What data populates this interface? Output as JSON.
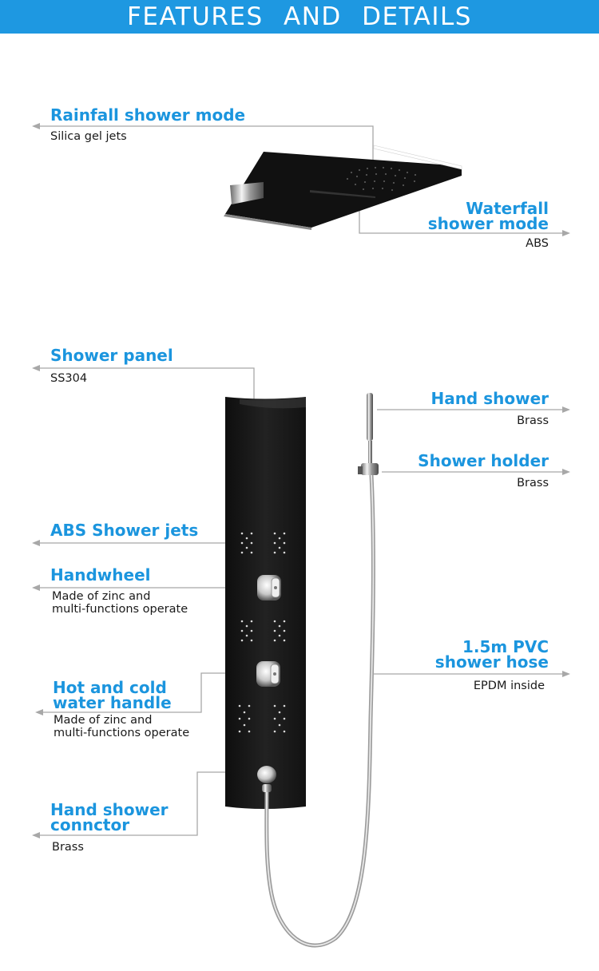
{
  "header": {
    "title": "FEATURES AND DETAILS"
  },
  "callouts": {
    "rainfall": {
      "title": "Rainfall shower mode",
      "sub": "Silica gel jets"
    },
    "waterfall": {
      "title_line1": "Waterfall",
      "title_line2": "shower mode",
      "sub": "ABS"
    },
    "panel": {
      "title": "Shower panel",
      "sub": "SS304"
    },
    "hand_shower": {
      "title": "Hand shower",
      "sub": "Brass"
    },
    "holder": {
      "title": "Shower holder",
      "sub": "Brass"
    },
    "jets": {
      "title": "ABS Shower jets"
    },
    "handwheel": {
      "title": "Handwheel",
      "sub_line1": "Made of zinc and",
      "sub_line2": "multi-functions operate"
    },
    "hose": {
      "title_line1": "1.5m PVC",
      "title_line2": "shower hose",
      "sub": "EPDM inside"
    },
    "hot_cold": {
      "title_line1": "Hot and cold",
      "title_line2": "water handle",
      "sub_line1": "Made of zinc and",
      "sub_line2": "multi-functions operate"
    },
    "connector": {
      "title_line1": "Hand shower",
      "title_line2": "connctor",
      "sub": "Brass"
    }
  },
  "colors": {
    "accent": "#1b95de",
    "banner": "#1e98e1",
    "leader_line": "#a8a8a8",
    "panel": "#1b1b1b"
  }
}
